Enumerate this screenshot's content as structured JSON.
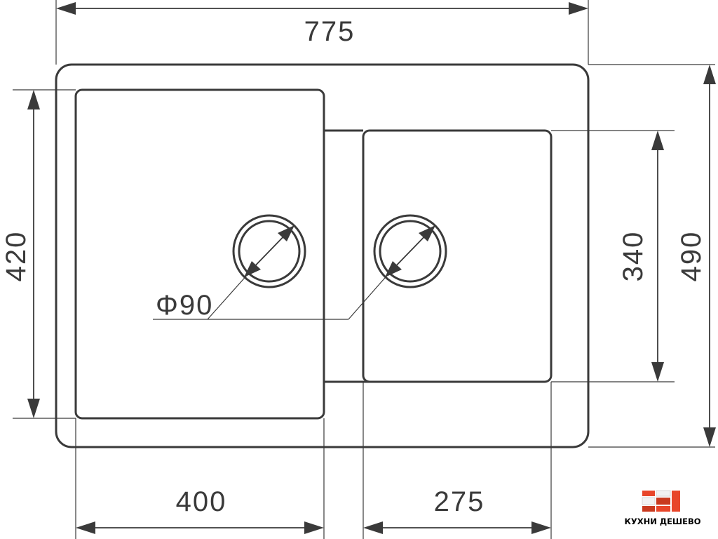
{
  "drawing": {
    "units": "mm",
    "dimensions": {
      "overall_width": "775",
      "overall_depth": "490",
      "left_bowl_width": "400",
      "left_bowl_depth": "420",
      "right_bowl_width": "275",
      "right_bowl_depth": "340",
      "drain_diameter": "Φ90"
    },
    "parts": {
      "sink_outline": "outer-rim",
      "left_bowl": "large bowl",
      "right_bowl": "small bowl",
      "drains": 2
    }
  },
  "brand": {
    "name": "КУХНИ ДЕШЕВО",
    "logo_colors": [
      "#e8462a",
      "#c93a1f",
      "#f2f2f2"
    ]
  }
}
